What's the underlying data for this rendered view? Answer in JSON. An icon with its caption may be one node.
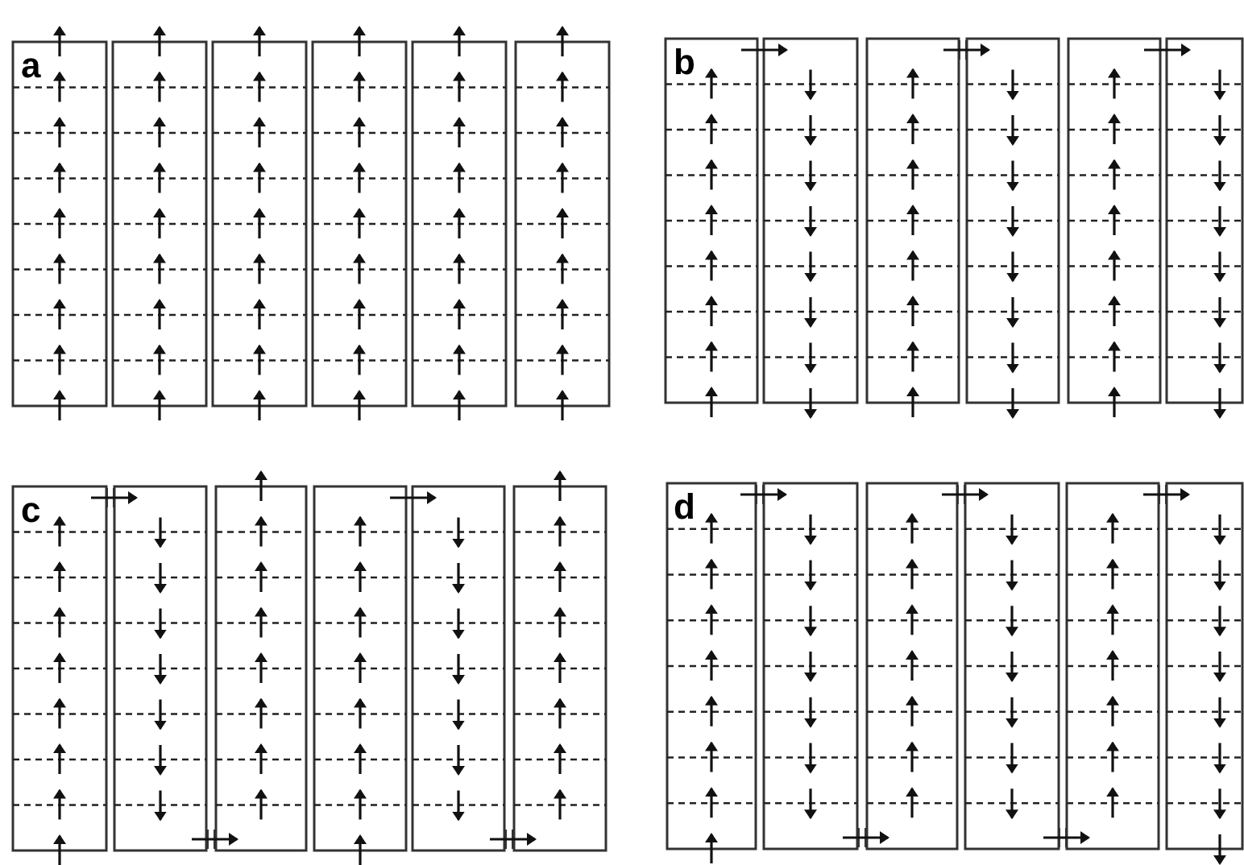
{
  "diagram": {
    "labels": [
      "a",
      "b",
      "c",
      "d"
    ]
  }
}
